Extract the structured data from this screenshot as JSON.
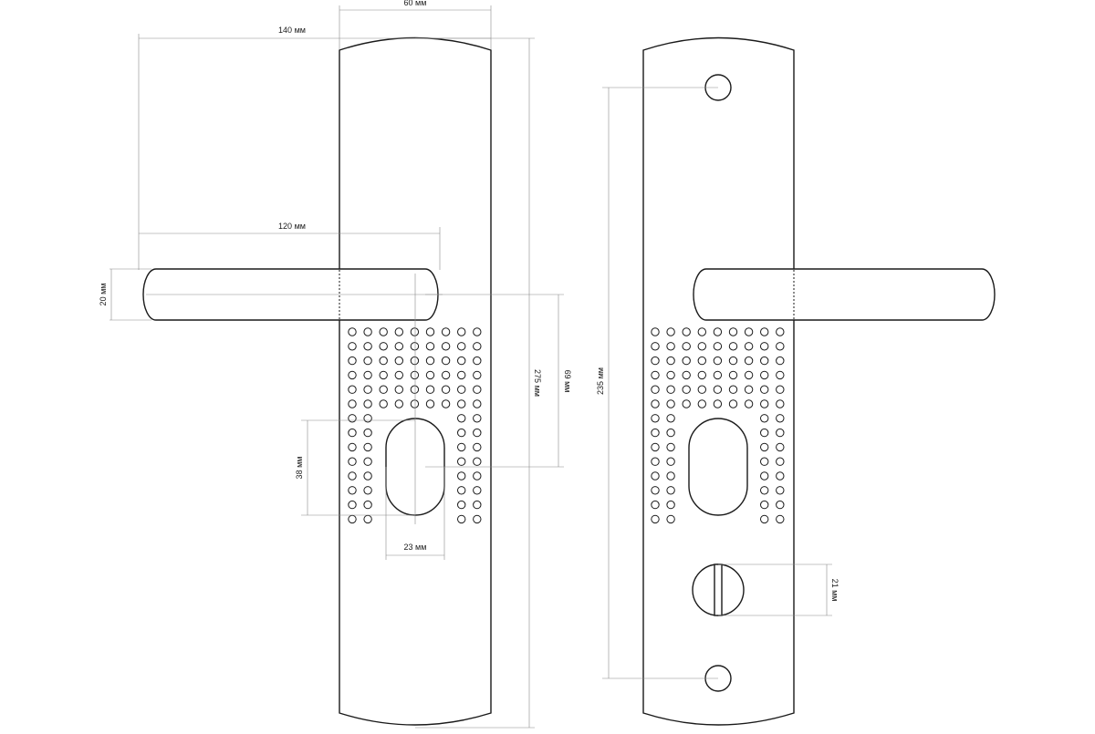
{
  "colors": {
    "stroke": "#1a1a1a",
    "dimension_line": "#8a8a8a",
    "background": "#ffffff"
  },
  "dimensions": {
    "plate_width": "60 мм",
    "overall_width": "140 мм",
    "lever_length": "120 мм",
    "lever_thickness": "20 мм",
    "plate_height": "275 мм",
    "lever_to_cylinder": "69 мм",
    "cylinder_height": "38 мм",
    "cylinder_width": "23 мм",
    "mounting_hole_spacing": "235 мм",
    "turn_knob_diameter": "21 мм"
  }
}
